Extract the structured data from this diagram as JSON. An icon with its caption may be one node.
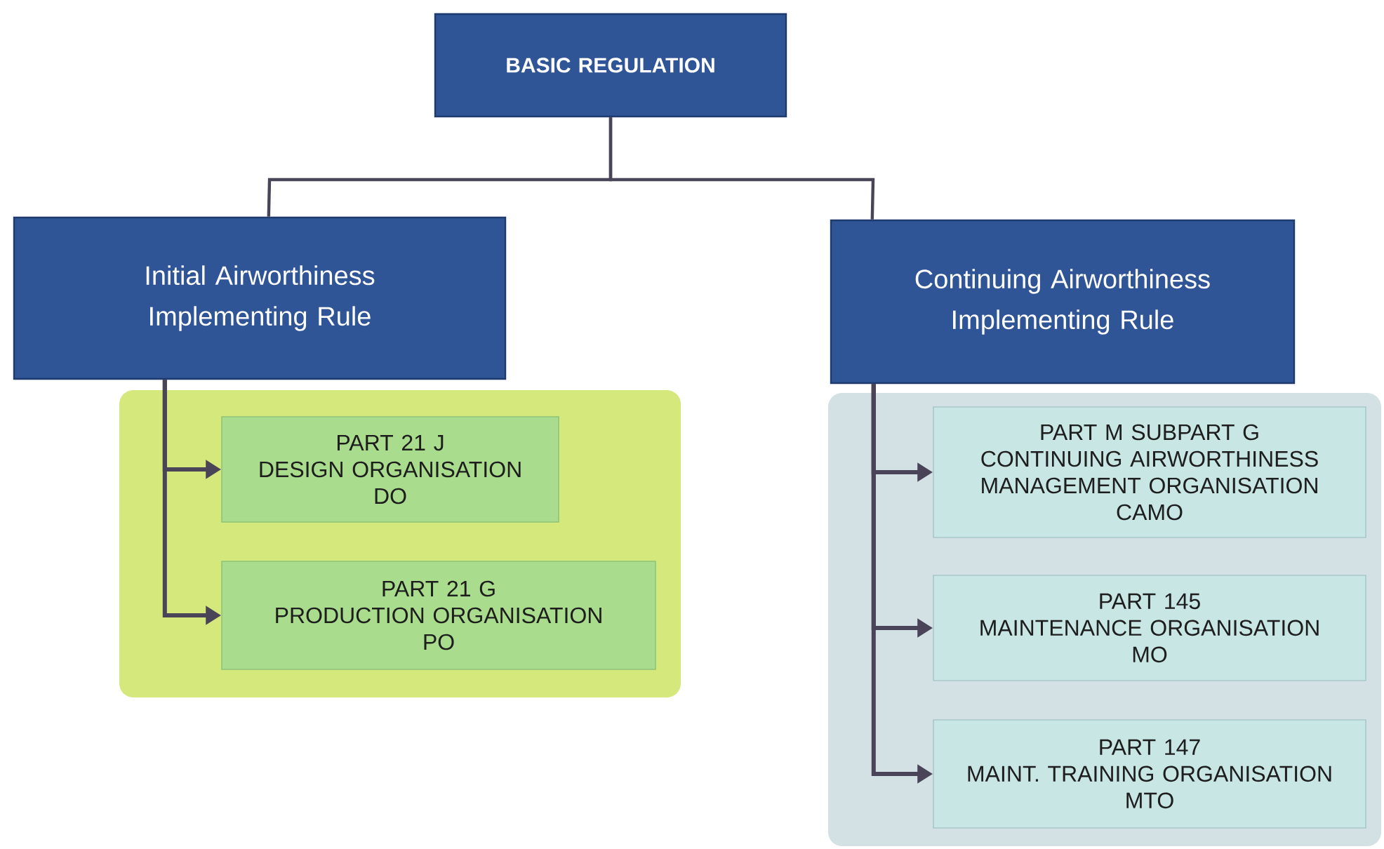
{
  "diagram": {
    "nodes": [
      {
        "text": [
          "BASIC REGULATION"
        ]
      },
      {
        "text": [
          "Initial Airworthiness Implementing Rule"
        ]
      },
      {
        "text": [
          "Continuing Airworthiness Implementing Rule"
        ]
      },
      {
        "text": [],
        "shape": "box"
      },
      {
        "text": [
          "PART 21 J",
          "DESIGN ORGANISATION",
          "DO"
        ],
        "in": 3
      },
      {
        "text": [
          "PART 21 G",
          "PRODUCTION ORGANISATION",
          "PO"
        ],
        "in": 3
      },
      {
        "text": [],
        "shape": "box"
      },
      {
        "text": [
          "PART M SUBPART G",
          "CONTINUING AIRWORTHINESS MANAGEMENT ORGANISATION",
          "CAMO"
        ],
        "in": 6
      },
      {
        "text": [
          "PART 145",
          "MAINTENANCE ORGANISATION",
          "MO"
        ],
        "in": 6
      },
      {
        "text": [
          "PART 147",
          "MAINT. TRAINING ORGANISATION",
          "MTO"
        ],
        "in": 6
      }
    ],
    "edges": [
      {
        "from": 0,
        "to": 1,
        "arrow": "none"
      },
      {
        "from": 0,
        "to": 2,
        "arrow": "none"
      },
      {
        "from": 1,
        "to": 4,
        "arrow": "to"
      },
      {
        "from": 1,
        "to": 5,
        "arrow": "to"
      },
      {
        "from": 2,
        "to": 7,
        "arrow": "to"
      },
      {
        "from": 2,
        "to": 8,
        "arrow": "to"
      },
      {
        "from": 2,
        "to": 9,
        "arrow": "to"
      }
    ]
  }
}
